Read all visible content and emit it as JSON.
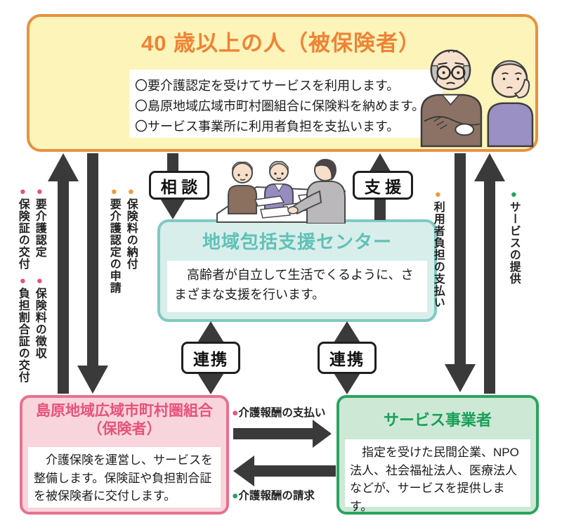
{
  "insured_box": {
    "title": "40 歳以上の人（被保険者）",
    "points": [
      "〇要介護認定を受けてサービスを利用します。",
      "〇島原地域広域市町村圏組合に保険料を納めます。",
      "〇サービス事業所に利用者負担を支払います。"
    ]
  },
  "center_box": {
    "title": "地域包括支援センター",
    "body": "　高齢者が自立して生活でくるように、さまざまな支援を行います。"
  },
  "insurer_box": {
    "title_line1": "島原地域広域市町村圏組合",
    "title_line2": "（保険者）",
    "body": "　介護保険を運営し、サービスを整備します。保険証や負担割合証を被保険者に交付します。"
  },
  "provider_box": {
    "title": "サービス事業者",
    "body": "　指定を受けた民間企業、NPO 法人、社会福祉法人、医療法人などが、サービスを提供します。"
  },
  "pills": {
    "consult": "相 談",
    "support": "支 援",
    "cooperation_left": "連携",
    "cooperation_right": "連携"
  },
  "bullet": "●",
  "vertical_labels": {
    "insurance_card_issue": "保険証の交付",
    "care_need_certification": "要介護認定",
    "burden_ratio_card_issue": "負担割合証の交付",
    "premium_collection": "保険料の徴収",
    "certification_application": "要介護認定の申請",
    "premium_payment": "保険料の納付",
    "user_burden_payment": "利用者負担の支払い",
    "service_provision": "サービスの提供"
  },
  "horizontal_labels": {
    "care_fee_payment": "介護報酬の支払い",
    "care_fee_claim": "介護報酬の請求"
  },
  "colors": {
    "insured_border": "#e8913f",
    "insured_fill": "#fdf4ba",
    "insured_title": "#ef8335",
    "center_border": "#7fcac1",
    "center_fill": "#d8eeeb",
    "center_title": "#5fc1b6",
    "insurer_border": "#e5728e",
    "insurer_fill": "#f8d5dc",
    "insurer_title": "#e75279",
    "provider_border": "#2ba35f",
    "provider_fill": "#cee8d6",
    "provider_title": "#18a058",
    "bullet_pink": "#e8537a",
    "bullet_orange": "#f5983c",
    "bullet_green": "#23a35f",
    "arrow": "#3a3a3a"
  }
}
